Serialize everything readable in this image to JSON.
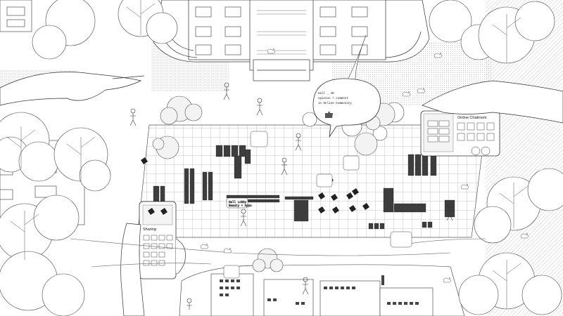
{
  "speech_bubble": {
    "line1": "Hall _ AR",
    "line2": "opinion + comment",
    "line3": "in Online Community"
  },
  "phone_right": {
    "title": "Online Chatroom"
  },
  "phone_left": {
    "title": "Sharing"
  },
  "sign_center": {
    "line1": "Hall Lobby",
    "line2": "Beauty + Apps"
  },
  "colors": {
    "ink": "#2a2a2a",
    "paper": "#ffffff",
    "hatch": "#9a9a9a",
    "fill_dark": "#3a3a3a"
  },
  "icons": [
    "thumbs-up-icon",
    "bicycle-icon",
    "people-icon",
    "chair-icon",
    "tree-icon",
    "bird-icon",
    "cat-icon"
  ]
}
